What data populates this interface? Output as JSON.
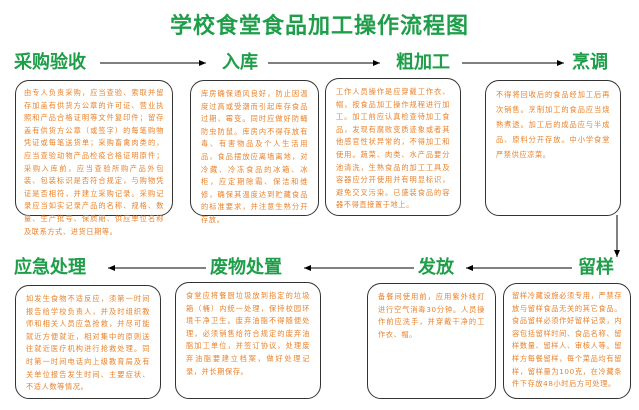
{
  "title": "学校食堂食品加工操作流程图",
  "colors": {
    "heading": "#1f9e4a",
    "body_text": "#e8822a",
    "border": "#333333"
  },
  "steps": [
    {
      "label": "采购验收",
      "text": "由专人负责采购，应当查验、索取并留存加盖有供货方公章的许可证、营业执照和产品合格证明等文件复印件；留存盖有供货方公章（或签字）的每笔购物凭证或每笔送货单；采购畜禽肉类的，应当查验动物产品检疫合格证明原件；采购入库前，应当查验所购产品外包装、包装标识是否符合规定，与购物凭证是否相符，并建立采购记录。采购记录应当如实记录产品的名称、规格、数量、生产批号、保质期、供应单位名称及联系方式、进货日期等。"
    },
    {
      "label": "入库",
      "text": "库房确保通风良好，防止因温度过高或受潮而引起库存食品过期、霉变。同时应做好防蝇防虫防鼠。库房内不得存放有毒、有害物品及个人生活用品，食品摆放应离墙离地，对冷藏、冷冻食品的冰箱、冰柜，应定期除霜、保洁和维修，确保其温度达到贮藏食品的标准要求，并注意生熟分开存放。"
    },
    {
      "label": "粗加工",
      "text": "工作人员操作是应穿戴工作衣、帽，按食品加工操作规程进行加工。加工前应认真检查待加工食品，发现有腐败变质迹象或者其他感官性状异常的，不得加工和使用。蔬菜、肉类、水产品要分池清洗，生熟食品的加工工具及容器应分开使用并有明显标识，避免交叉污染。已盛装食品的容器不得直接置于地上。"
    },
    {
      "label": "烹调",
      "text": "不得将回收后的食品经加工后再次销售。烹制加工的食品应当烧熟煮透。加工后的成品应与半成品、原料分开存放。中小学食堂严禁供应凉菜。"
    },
    {
      "label": "留样",
      "text": "留样冷藏设施必须专用，严禁存放与留样食品无关的其它食品。食品留样必须作好留样记录，内容包括留样时间、食品名称、留样数量、留样人、审核人等。留样方每餐留样，每个菜品均有留样，留样量为100克，在冷藏条件下存放48小时后方可处理。"
    },
    {
      "label": "发放",
      "text": "备餐间使用前，应用紫外线灯进行空气消毒30分钟。人员操作前应洗手，并穿戴干净的工作衣、帽。"
    },
    {
      "label": "废物处置",
      "text": "食堂应将餐厨垃圾放到指定的垃圾箱（桶）内统一处理，保持校园环境干净卫生。废弃油脂不得随便处理，必须销售给符合规定的废弃油脂加工单位，并签订协议，处理废弃油脂要建立档案，做好处理记录，并长期保存。"
    },
    {
      "label": "应急处理",
      "text": "如发生食物不适反应，须第一时间报告给学校负责人，并及时组织教师和相关人员应急抢救，并尽可能就近方便就近，相对集中的原则送往就近医疗机构进行抢救处理。同时第一时间电话向上级教育局及有关单位报告发生时间、主要症状、不适人数等情况。"
    }
  ]
}
